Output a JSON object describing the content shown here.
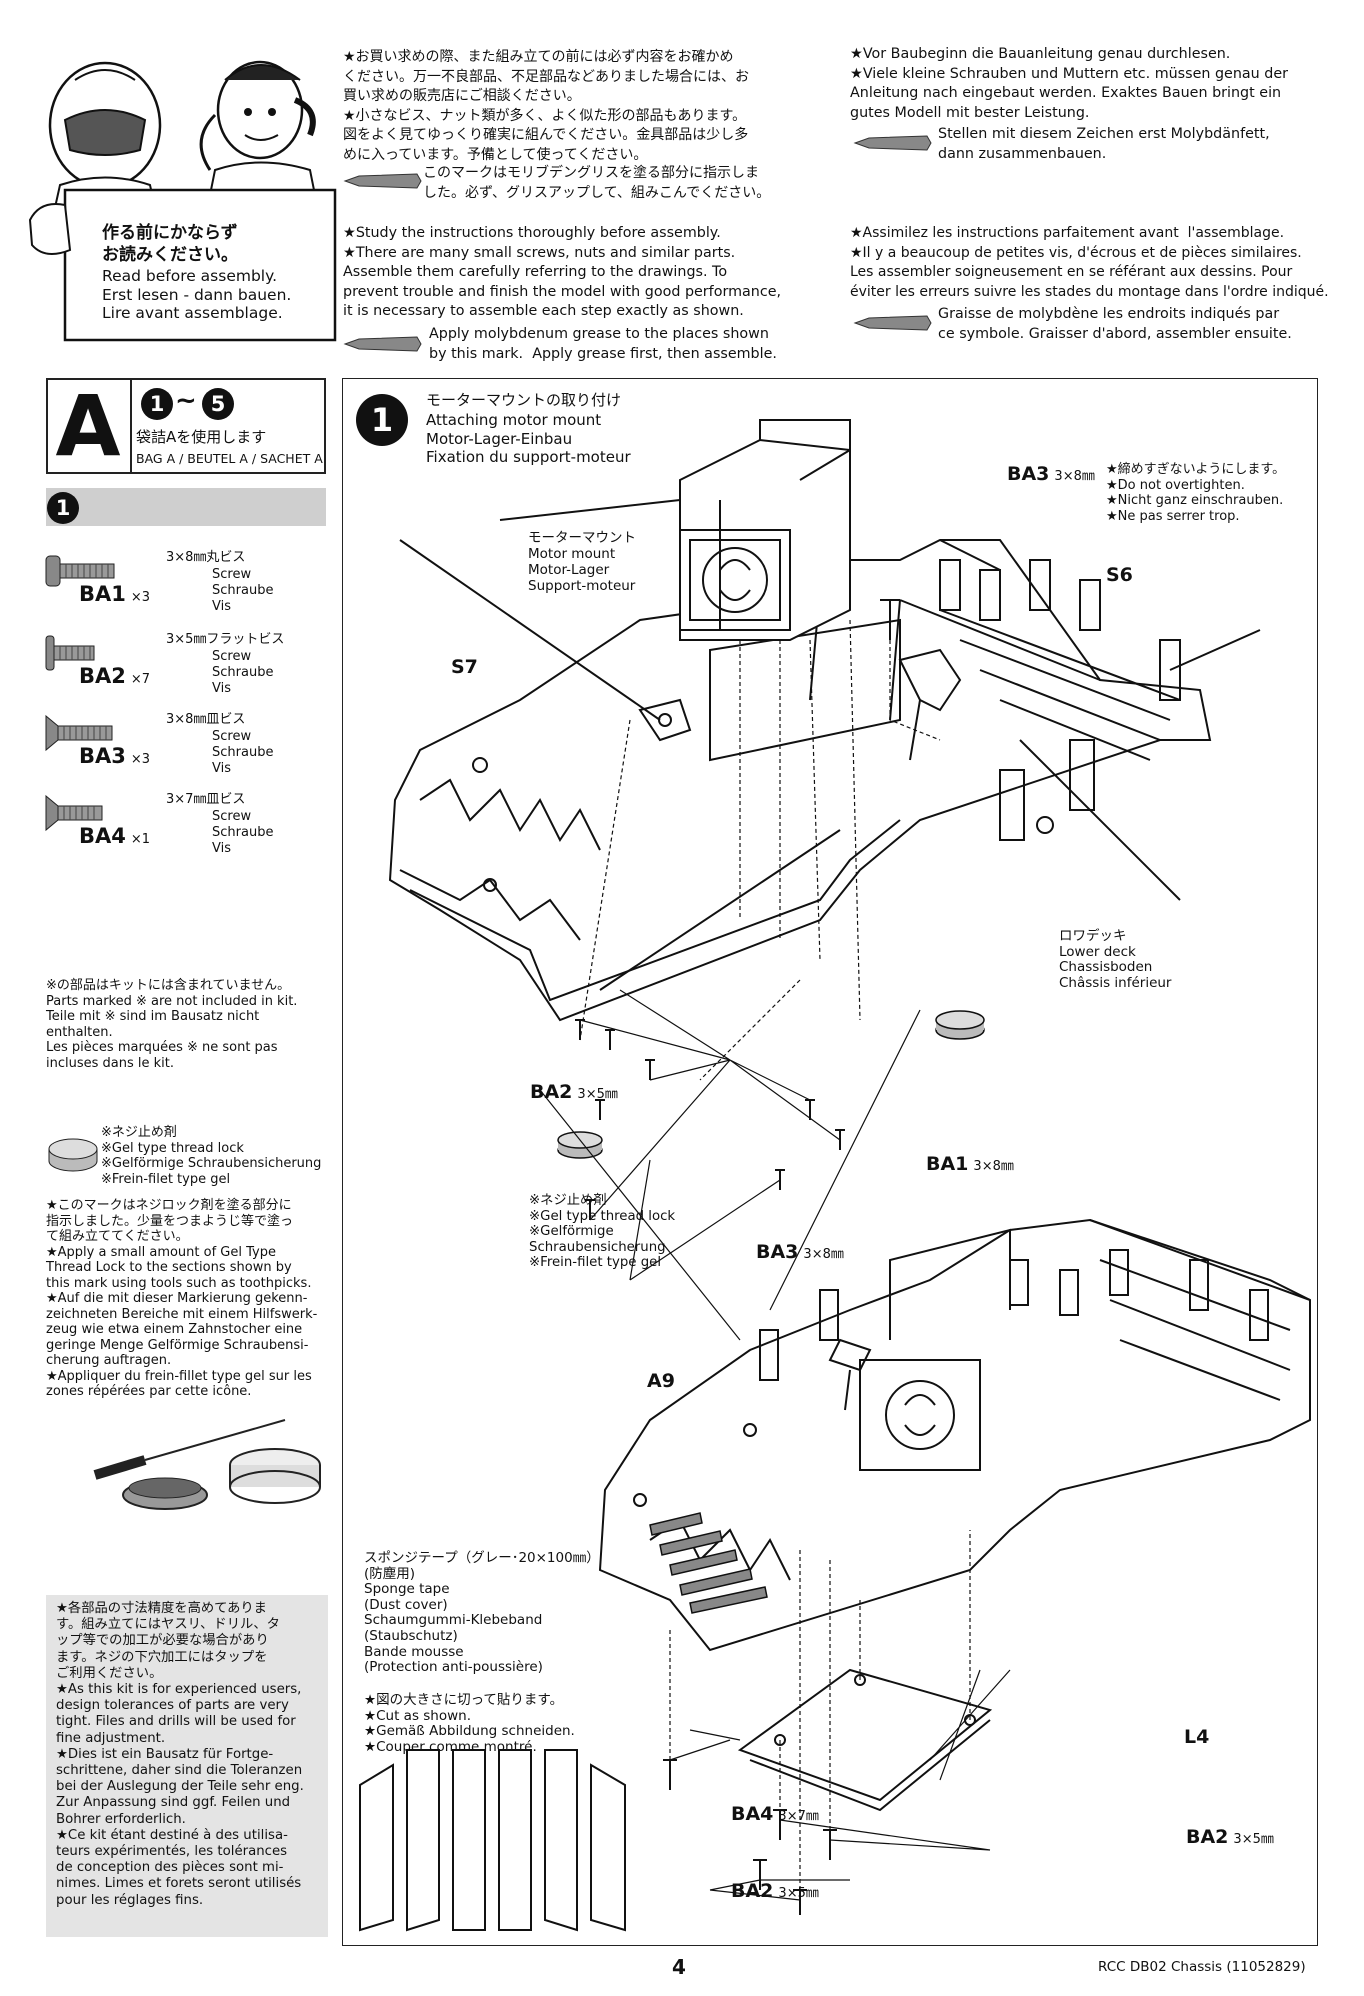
{
  "header": {
    "sign_jp": "作る前にかならず\nお読みください。",
    "sign_multi": "Read before assembly.\nErst lesen - dann bauen.\nLire avant assemblage.",
    "jp_notice": "★お買い求めの際、また組み立ての前には必ず内容をお確かめ\nください。万一不良部品、不足部品などありました場合には、お\n買い求めの販売店にご相談ください。\n★小さなビス、ナット類が多く、よく似た形の部品もあります。\n図をよく見てゆっくり確実に組んでください。金具部品は少し多\nめに入っています。予備として使ってください。",
    "jp_grease": "このマークはモリブデングリスを塗る部分に指示しま\nした。必ず、グリスアップして、組みこんでください。",
    "en_notice": "★Study the instructions thoroughly before assembly.\n★There are many small screws, nuts and similar parts.\nAssemble them carefully referring to the drawings. To\nprevent trouble and finish the model with good performance,\nit is necessary to assemble each step exactly as shown.",
    "en_grease": "Apply molybdenum grease to the places shown\nby this mark.  Apply grease first, then assemble.",
    "de_notice": "★Vor Baubeginn die Bauanleitung genau durchlesen.\n★Viele kleine Schrauben und Muttern etc. müssen genau der\nAnleitung nach eingebaut werden. Exaktes Bauen bringt ein\ngutes Modell mit bester Leistung.",
    "de_grease": "Stellen mit diesem Zeichen erst Molybdänfett,\ndann zusammenbauen.",
    "fr_notice": "★Assimilez les instructions parfaitement avant  l'assemblage.\n★Il y a beaucoup de petites vis, d'écrous et de pièces similaires.\nLes assembler soigneusement en se référant aux dessins. Pour\néviter les erreurs suivre les stades du montage dans l'ordre indiqué.",
    "fr_grease": "Graisse de molybdène les endroits indiqués par\nce symbole. Graisser d'abord, assembler ensuite."
  },
  "bag": {
    "letter": "A",
    "step_from": "1",
    "tilde": "~",
    "step_to": "5",
    "jp": "袋詰Aを使用します",
    "multi": "BAG A / BEUTEL A / SACHET A"
  },
  "step_header": {
    "number": "1"
  },
  "parts": [
    {
      "code": "BA1",
      "qty": "×3",
      "desc_jp": "3×8㎜丸ビス",
      "desc": "Screw\nSchraube\nVis",
      "icon": "round-head-screw-icon"
    },
    {
      "code": "BA2",
      "qty": "×7",
      "desc_jp": "3×5㎜フラットビス",
      "desc": "Screw\nSchraube\nVis",
      "icon": "flat-head-screw-icon"
    },
    {
      "code": "BA3",
      "qty": "×3",
      "desc_jp": "3×8㎜皿ビス",
      "desc": "Screw\nSchraube\nVis",
      "icon": "countersunk-screw-icon"
    },
    {
      "code": "BA4",
      "qty": "×1",
      "desc_jp": "3×7㎜皿ビス",
      "desc": "Screw\nSchraube\nVis",
      "icon": "countersunk-screw-icon"
    }
  ],
  "not_included": "※の部品はキットには含まれていません。\nParts marked ※ are not included in kit.\nTeile mit ※ sind im Bausatz nicht\nenthalten.\nLes pièces marquées ※ ne sont pas\nincluses dans le kit.",
  "thread_lock": {
    "label": "※ネジ止め剤\n※Gel type thread lock\n※Gelförmige Schraubensicherung\n※Frein-filet type gel",
    "text": "★このマークはネジロック剤を塗る部分に\n指示しました。少量をつまようじ等で塗っ\nて組み立ててください。\n★Apply a small amount of Gel Type\nThread Lock to the sections shown by\nthis mark using tools such as toothpicks.\n★Auf die mit dieser Markierung gekenn-\nzeichneten Bereiche mit einem Hilfswerk-\nzeug wie etwa einem Zahnstocher eine\ngeringe Menge Gelförmige Schraubensi-\ncherung auftragen.\n★Appliquer du frein-fillet type gel sur les\nzones répérées par cette icône."
  },
  "experienced": "★各部品の寸法精度を高めてありま\nす。組み立てにはヤスリ、ドリル、タ\nップ等での加工が必要な場合があり\nます。ネジの下穴加工にはタップを\nご利用ください。\n★As this kit is for experienced users,\ndesign tolerances of parts are very\ntight. Files and drills will be used for\nfine adjustment.\n★Dies ist ein Bausatz für Fortge-\nschrittene, daher sind die Toleranzen\nbei der Auslegung der Teile sehr eng.\nZur Anpassung sind ggf. Feilen und\nBohrer erforderlich.\n★Ce kit étant destiné à des utilisa-\nteurs expérimentés, les tolérances\nde conception des pièces sont mi-\nnimes. Limes et forets seront utilisés\npour les réglages fins.",
  "step1": {
    "number": "1",
    "title_jp": "モーターマウントの取り付け",
    "title": "Attaching motor mount\nMotor-Lager-Einbau\nFixation du support-moteur",
    "motor_mount": "モーターマウント\nMotor mount\nMotor-Lager\nSupport-moteur",
    "ba3_top": "BA3",
    "ba3_top_dim": "3×8㎜",
    "warn": "★締めすぎないようにします。\n★Do not overtighten.\n★Nicht ganz einschrauben.\n★Ne pas serrer trop.",
    "s6": "S6",
    "s7": "S7",
    "lower_deck": "ロワデッキ\nLower deck\nChassisboden\nChâssis inférieur",
    "ba2_left": "BA2",
    "ba2_left_dim": "3×5㎜",
    "ba1": "BA1",
    "ba1_dim": "3×8㎜",
    "gel_label": "※ネジ止め剤\n※Gel type thread lock\n※Gelförmige\nSchraubensicherung\n※Frein-filet type gel",
    "ba3_bottom": "BA3",
    "ba3_bottom_dim": "3×8㎜",
    "a9": "A9",
    "sponge": "スポンジテープ（グレー･20×100㎜）\n(防塵用)\nSponge tape\n(Dust cover)\nSchaumgummi-Klebeband\n(Staubschutz)\nBande mousse\n(Protection anti-poussière)",
    "cut": "★図の大きさに切って貼ります。\n★Cut as shown.\n★Gemäß Abbildung schneiden.\n★Couper comme montré.",
    "l4": "L4",
    "ba4": "BA4",
    "ba4_dim": "3×7㎜",
    "ba2_right": "BA2",
    "ba2_right_dim": "3×5㎜",
    "ba2_bottom": "BA2",
    "ba2_bottom_dim": "3×5㎜"
  },
  "footer": {
    "page": "4",
    "model": "RCC DB02 Chassis (11052829)"
  },
  "colors": {
    "ink": "#111111",
    "grey_band": "#cfcfcf",
    "frame": "#222222"
  }
}
